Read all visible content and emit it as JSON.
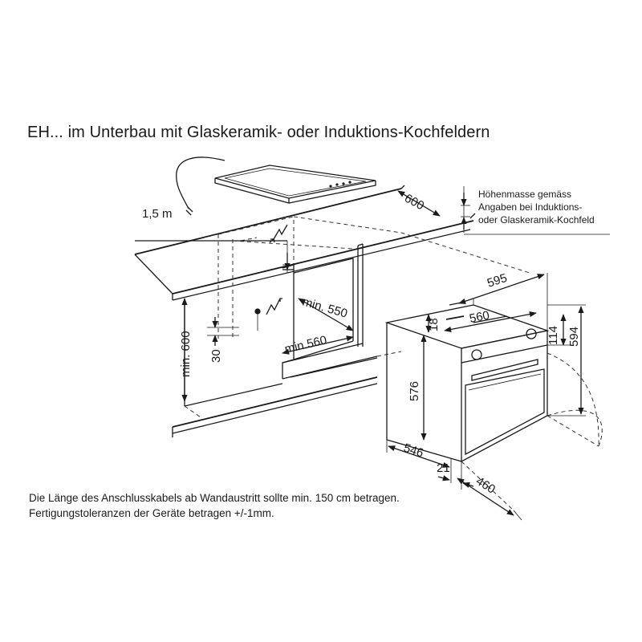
{
  "title": "EH... im Unterbau mit Glaskeramik- oder Induktions-Kochfeldern",
  "height_note": {
    "lines": [
      "Höhenmasse gemäss",
      "Angaben bei Induktions-",
      "oder Glaskeramik-Kochfeld"
    ]
  },
  "dimensions": {
    "cable": "1,5 m",
    "depth_600": "600",
    "min_600": "min. 600",
    "d30": "30",
    "min_550": "min. 550",
    "min_560": "min.560",
    "w595": "595",
    "w560": "560",
    "d18": "18",
    "h114": "114",
    "h594": "594",
    "h576": "576",
    "d546": "546",
    "d21": "21",
    "d460": "460"
  },
  "footer": {
    "lines": [
      "Die Länge des Anschlusskabels ab Wandaustritt sollte min. 150 cm betragen.",
      "Fertigungstoleranzen der Geräte betragen +/-1mm."
    ]
  }
}
